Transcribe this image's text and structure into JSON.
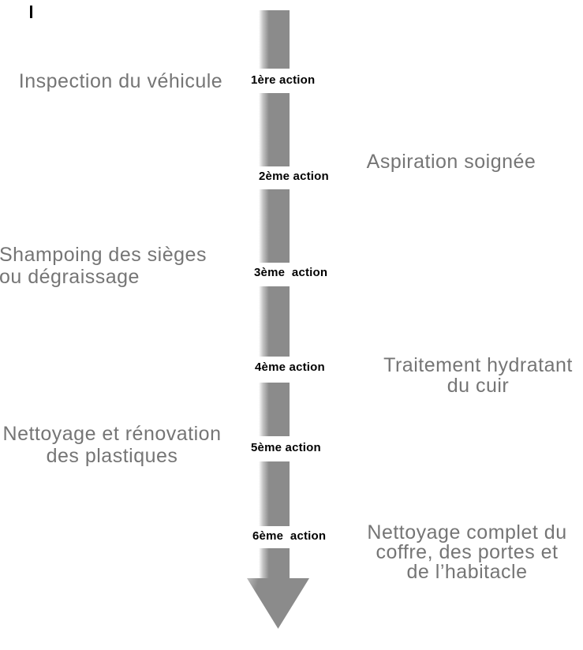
{
  "diagram": {
    "type": "vertical-process-arrow",
    "colors": {
      "arrow": "#8b8b8b",
      "side_label_text": "#757575",
      "action_label_text": "#000000",
      "background": "#ffffff",
      "caret": "#000000"
    },
    "steps": [
      {
        "action": "1ère action",
        "side": "left",
        "lines": [
          "Inspection du véhicule"
        ]
      },
      {
        "action": "2ème action",
        "side": "right",
        "lines": [
          "Aspiration soignée"
        ]
      },
      {
        "action": "3ème  action",
        "side": "left",
        "lines": [
          "Shampoing des sièges",
          "ou dégraissage"
        ]
      },
      {
        "action": "4ème action",
        "side": "right",
        "lines": [
          "Traitement hydratant",
          "du cuir"
        ]
      },
      {
        "action": "5ème action",
        "side": "left",
        "lines": [
          "Nettoyage et rénovation",
          "des plastiques"
        ]
      },
      {
        "action": "6ème  action",
        "side": "right",
        "lines": [
          "Nettoyage complet du",
          "coffre, des portes et",
          "de l’habitacle"
        ]
      }
    ]
  }
}
